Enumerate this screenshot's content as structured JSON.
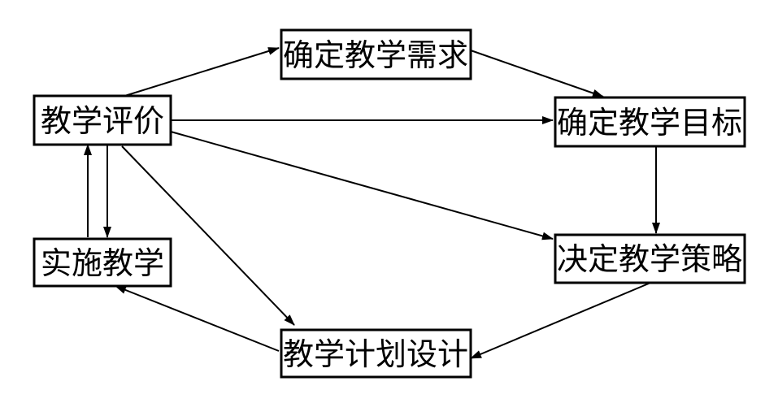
{
  "nodes": {
    "evaluation": {
      "label": "教学评价"
    },
    "needs": {
      "label": "确定教学需求"
    },
    "goals": {
      "label": "确定教学目标"
    },
    "strategy": {
      "label": "决定教学策略"
    },
    "implement": {
      "label": "实施教学"
    },
    "plan": {
      "label": "教学计划设计"
    }
  },
  "edges": [
    {
      "from": "evaluation",
      "to": "needs"
    },
    {
      "from": "needs",
      "to": "goals"
    },
    {
      "from": "evaluation",
      "to": "goals"
    },
    {
      "from": "goals",
      "to": "strategy"
    },
    {
      "from": "evaluation",
      "to": "strategy"
    },
    {
      "from": "strategy",
      "to": "plan"
    },
    {
      "from": "evaluation",
      "to": "plan"
    },
    {
      "from": "plan",
      "to": "implement"
    },
    {
      "from": "implement",
      "to": "evaluation"
    },
    {
      "from": "evaluation",
      "to": "implement"
    }
  ],
  "colors": {
    "stroke": "#000000",
    "background": "#ffffff"
  }
}
